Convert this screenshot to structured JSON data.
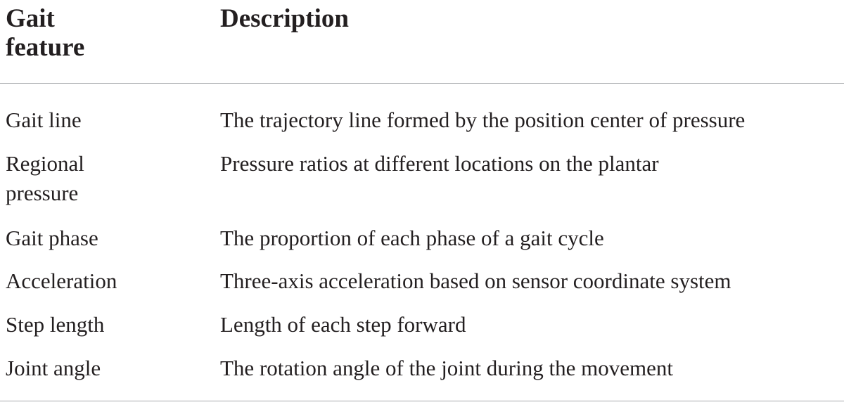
{
  "table": {
    "headers": {
      "feature_line1": "Gait",
      "feature_line2": "feature",
      "description": "Description"
    },
    "rows": [
      {
        "feature": "Gait line",
        "description": "The trajectory line formed by the position center of pressure"
      },
      {
        "feature_line1": "Regional",
        "feature_line2": "pressure",
        "description": "Pressure ratios at different locations on the plantar"
      },
      {
        "feature": "Gait phase",
        "description": "The proportion of each phase of a gait cycle"
      },
      {
        "feature": "Acceleration",
        "description": "Three-axis acceleration based on sensor coordinate system"
      },
      {
        "feature": "Step length",
        "description": "Length of each step forward"
      },
      {
        "feature": "Joint angle",
        "description": "The rotation angle of the joint during the movement"
      }
    ]
  },
  "colors": {
    "text": "#231f20",
    "rule": "#a7a9ac",
    "background": "#ffffff"
  }
}
